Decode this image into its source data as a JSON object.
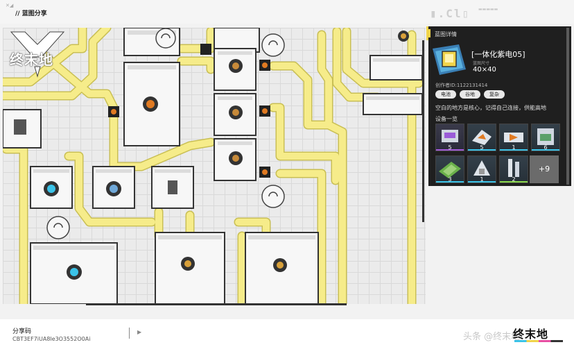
{
  "header": {
    "title": "// 蓝图分享",
    "corner_icon": "x-mark-icon"
  },
  "logo": {
    "text": "终末地"
  },
  "panel": {
    "section_title": "蓝图详情",
    "blueprint_name": "一体化紫电05",
    "size_label": "蓝图尺寸",
    "size_value": "40×40",
    "creator": "创作者ID:1122131414",
    "tags": [
      "电池",
      "谷地",
      "复杂"
    ],
    "description": "空白的地方是核心，记得自己连接，供能高地",
    "equipment_title": "设备一览",
    "equipment": [
      {
        "count": "5",
        "icon": "furnace-icon",
        "bar": "#a35bd8"
      },
      {
        "count": "5",
        "icon": "crusher-icon",
        "bar": "#3bc3e8"
      },
      {
        "count": "1",
        "icon": "refinery-icon",
        "bar": "#3bc3e8"
      },
      {
        "count": "6",
        "icon": "assembler-icon",
        "bar": "#3bc3e8"
      },
      {
        "count": "3",
        "icon": "circuit-icon",
        "bar": "#3bc3e8"
      },
      {
        "count": "1",
        "icon": "press-icon",
        "bar": "#3bc3e8"
      },
      {
        "count": "2",
        "icon": "tank-icon",
        "bar": "#8bd84b"
      }
    ],
    "more": "+9"
  },
  "footer": {
    "share_label": "分享码",
    "share_code": "CBT3EF7iUA8le3O3552O0Ai",
    "watermark": "头条 @终末地",
    "brand": "终末地"
  },
  "colors": {
    "belt": "#f6ec8a",
    "belt_edge": "#c9bf54",
    "panel_bg": "#1f1f1f",
    "accent": "#f0d34a"
  }
}
